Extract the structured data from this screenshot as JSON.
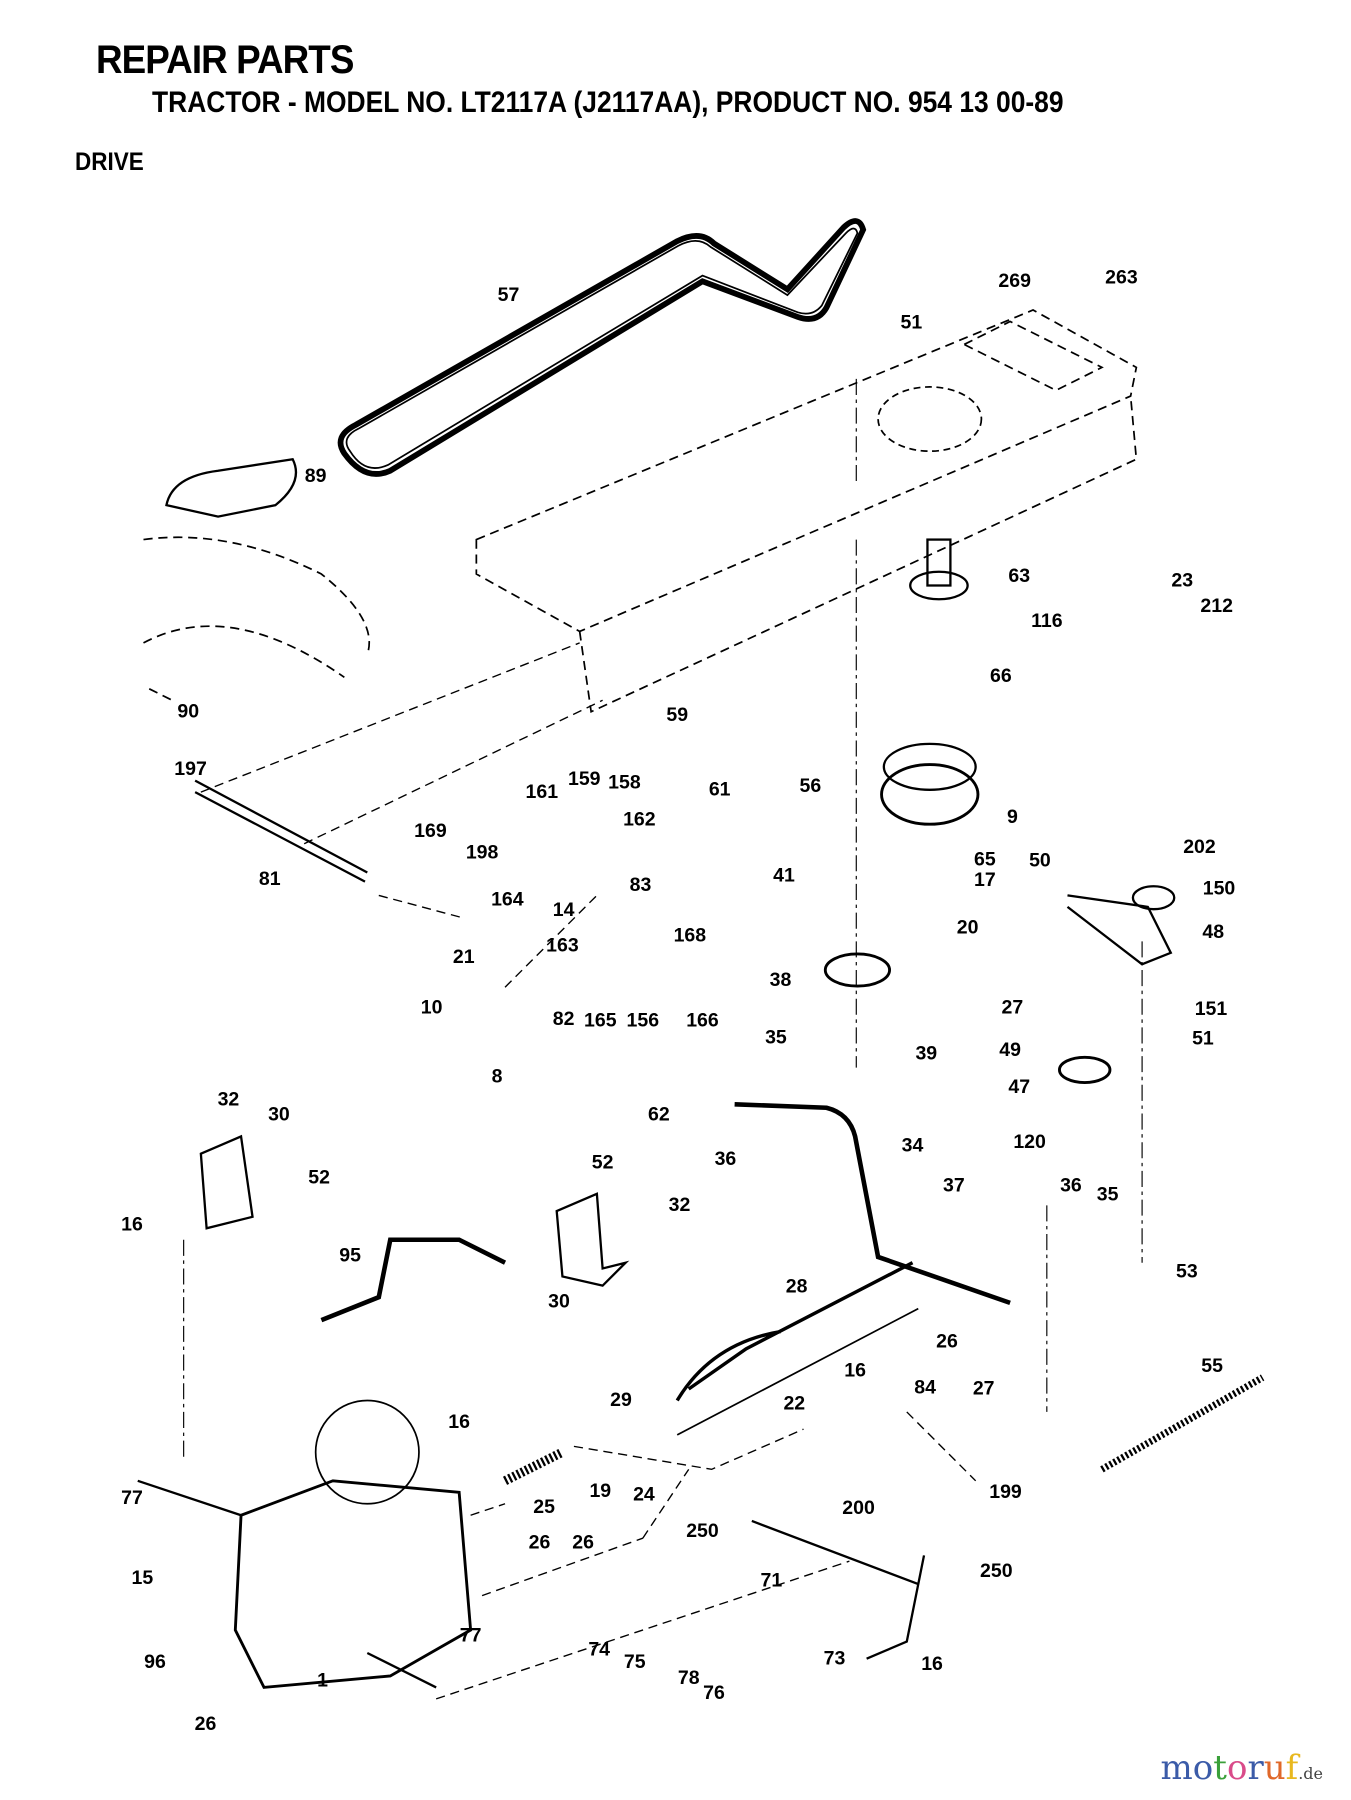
{
  "header": {
    "title": "REPAIR PARTS",
    "subtitle": "TRACTOR - MODEL NO. LT2117A (J2117AA),  PRODUCT NO. 954 13 00-89",
    "section": "DRIVE"
  },
  "callouts": [
    "57",
    "269",
    "263",
    "51",
    "89",
    "63",
    "23",
    "116",
    "212",
    "66",
    "59",
    "90",
    "61",
    "56",
    "9",
    "197",
    "161",
    "159",
    "158",
    "169",
    "162",
    "198",
    "65",
    "17",
    "41",
    "50",
    "202",
    "150",
    "83",
    "81",
    "164",
    "14",
    "20",
    "48",
    "163",
    "168",
    "21",
    "38",
    "27",
    "151",
    "10",
    "82",
    "165",
    "156",
    "166",
    "51",
    "49",
    "39",
    "35",
    "8",
    "47",
    "62",
    "36",
    "34",
    "120",
    "32",
    "30",
    "52",
    "16",
    "52",
    "32",
    "37",
    "36",
    "35",
    "95",
    "30",
    "53",
    "28",
    "26",
    "55",
    "27",
    "16",
    "84",
    "29",
    "22",
    "16",
    "199",
    "77",
    "25",
    "19",
    "24",
    "250",
    "200",
    "26",
    "26",
    "15",
    "71",
    "250",
    "77",
    "74",
    "75",
    "73",
    "16",
    "1",
    "78",
    "76",
    "96",
    "26"
  ],
  "watermark": {
    "letters": [
      "m",
      "o",
      "t",
      "o",
      "r",
      "u",
      "f"
    ],
    "colors": [
      "#3b5ba8",
      "#3b5ba8",
      "#3aa03a",
      "#d94b8a",
      "#3b5ba8",
      "#e0682a",
      "#e8b820"
    ],
    "suffix": ".de"
  }
}
